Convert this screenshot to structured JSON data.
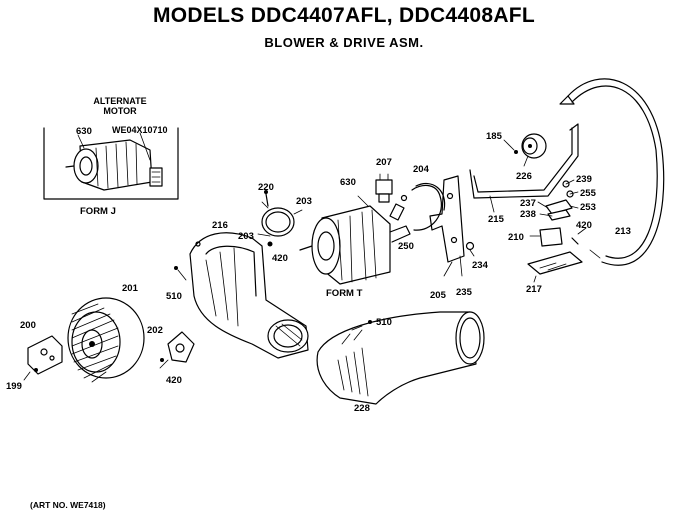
{
  "header": {
    "title": "MODELS DDC4407AFL, DDC4408AFL",
    "subtitle": "BLOWER & DRIVE ASM."
  },
  "inset": {
    "label": "ALTERNATE\nMOTOR",
    "form_label": "FORM J",
    "part_motor": "630",
    "part_number": "WE04X10710"
  },
  "parts": {
    "p185": "185",
    "p226": "226",
    "p207": "207",
    "p204": "204",
    "p220": "220",
    "p203a": "203",
    "p203b": "203",
    "p630": "630",
    "p216": "216",
    "p239": "239",
    "p255": "255",
    "p237": "237",
    "p253": "253",
    "p238": "238",
    "p215": "215",
    "p213": "213",
    "p420a": "420",
    "p250": "250",
    "p210": "210",
    "p420b": "420",
    "p234": "234",
    "p510a": "510",
    "p201": "201",
    "p217": "217",
    "p205": "205",
    "p235": "235",
    "p200": "200",
    "p202": "202",
    "p510b": "510",
    "p199": "199",
    "p420c": "420",
    "p228": "228",
    "form_t": "FORM T"
  },
  "footer": {
    "art_no": "(ART NO. WE7418)"
  }
}
